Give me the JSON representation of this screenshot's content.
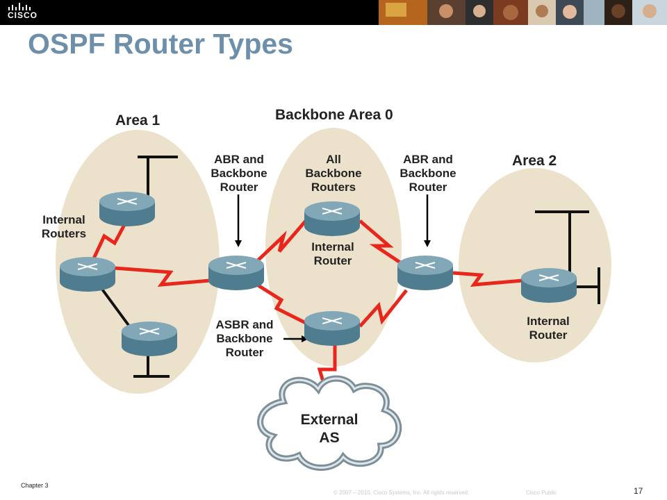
{
  "header": {
    "logo_text": "CISCO",
    "banner_icon": "people-photo-strip"
  },
  "slide": {
    "title": "OSPF Router Types"
  },
  "diagram": {
    "areas": {
      "area1": "Area 1",
      "backbone": "Backbone Area 0",
      "area2": "Area 2"
    },
    "labels": {
      "internal_routers": [
        "Internal",
        "Routers"
      ],
      "abr_left": [
        "ABR and",
        "Backbone",
        "Router"
      ],
      "all_backbone": [
        "All",
        "Backbone",
        "Routers"
      ],
      "abr_right": [
        "ABR and",
        "Backbone",
        "Router"
      ],
      "internal_router_center": [
        "Internal",
        "Router"
      ],
      "asbr": [
        "ASBR and",
        "Backbone",
        "Router"
      ],
      "internal_router_right": [
        "Internal",
        "Router"
      ],
      "external_as": [
        "External",
        "AS"
      ]
    },
    "colors": {
      "area_fill": "#ece2cc",
      "link_red": "#e8261c",
      "router_body": "#4f7c8e",
      "router_top": "#82a7b6"
    }
  },
  "footer": {
    "chapter": "Chapter 3",
    "copyright": "© 2007 – 2010, Cisco Systems, Inc. All rights reserved.",
    "classification": "Cisco Public",
    "page_number": "17"
  }
}
